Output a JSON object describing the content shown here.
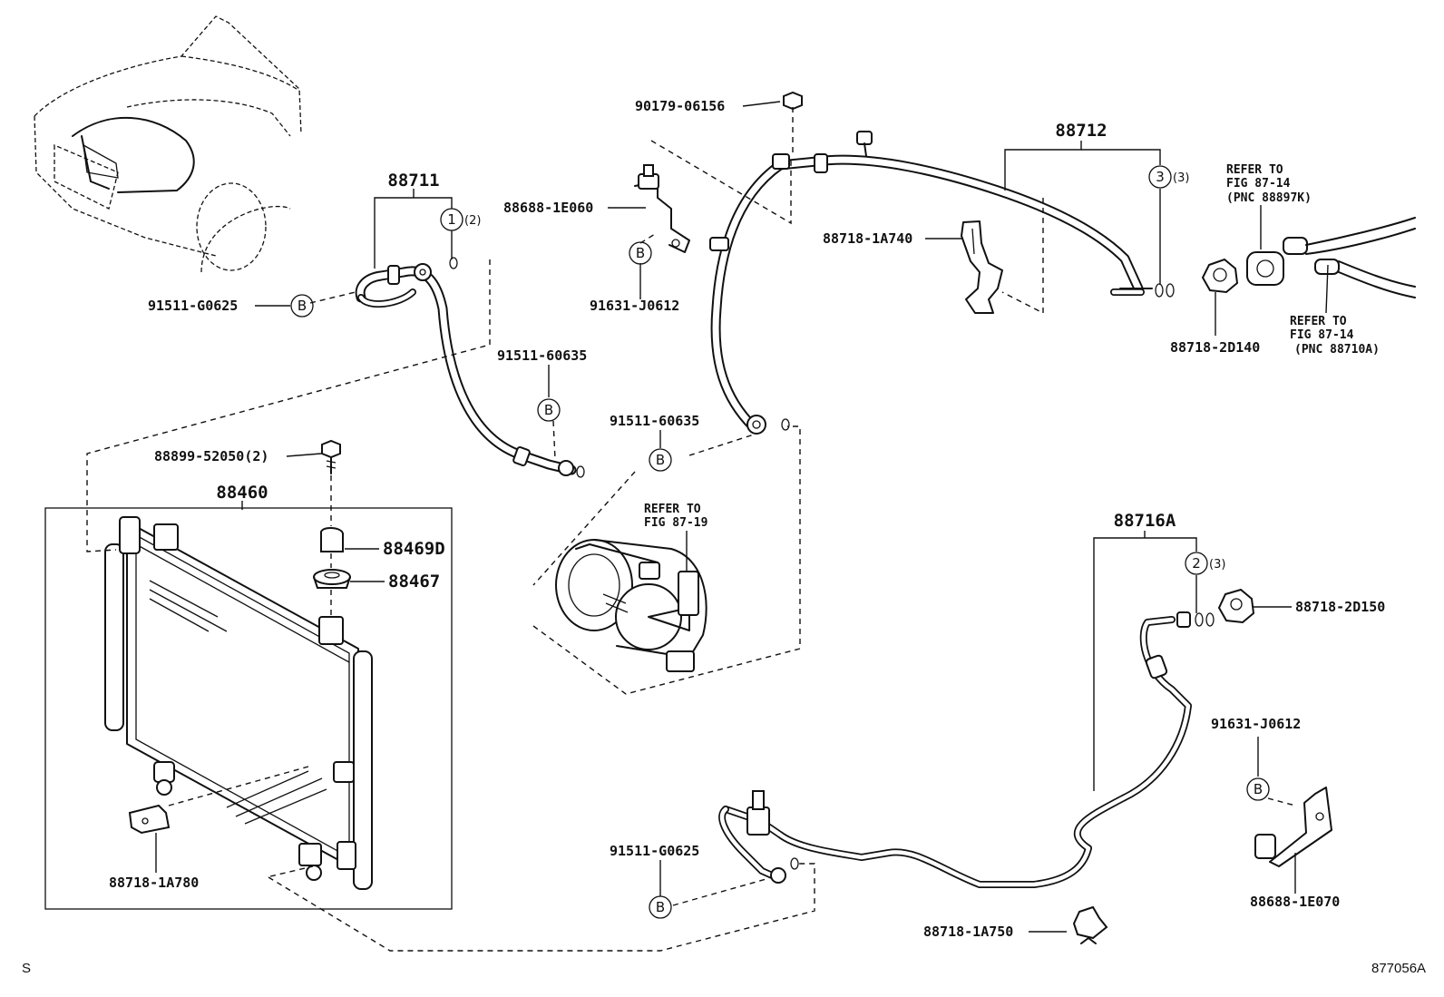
{
  "figure_id": "877056A",
  "corner_mark": "S",
  "part_labels": {
    "p88711": "88711",
    "p88712": "88712",
    "p88460": "88460",
    "p88716a": "88716A",
    "p90179_06156": "90179-06156",
    "p88688_1e060": "88688-1E060",
    "p91631_j0612_top": "91631-J0612",
    "p88718_1a740": "88718-1A740",
    "p91511_g0625_top": "91511-G0625",
    "p91511_60635_a": "91511-60635",
    "p91511_60635_b": "91511-60635",
    "p88899_52050": "88899-52050(2)",
    "p88469d": "88469D",
    "p88467": "88467",
    "p88718_2d140": "88718-2D140",
    "p88718_2d150": "88718-2D150",
    "p91631_j0612_bottom": "91631-J0612",
    "p88688_1e070": "88688-1E070",
    "p91511_g0625_bottom": "91511-G0625",
    "p88718_1a750": "88718-1A750",
    "p88718_1a780": "88718-1A780"
  },
  "circle_markers": {
    "b": "B",
    "one": "1",
    "two": "2",
    "three": "3"
  },
  "quantities": {
    "q1": "(2)",
    "q2": "(3)",
    "q3": "(3)"
  },
  "references": {
    "compressor": {
      "line1": "REFER TO",
      "line2": "FIG 87-19"
    },
    "upper_right": {
      "line1": "REFER TO",
      "line2": "FIG 87-14",
      "line3": "(PNC 88897K)"
    },
    "lower_right": {
      "line1": "REFER TO",
      "line2": "FIG 87-14",
      "line3": "(PNC 88710A)"
    }
  }
}
